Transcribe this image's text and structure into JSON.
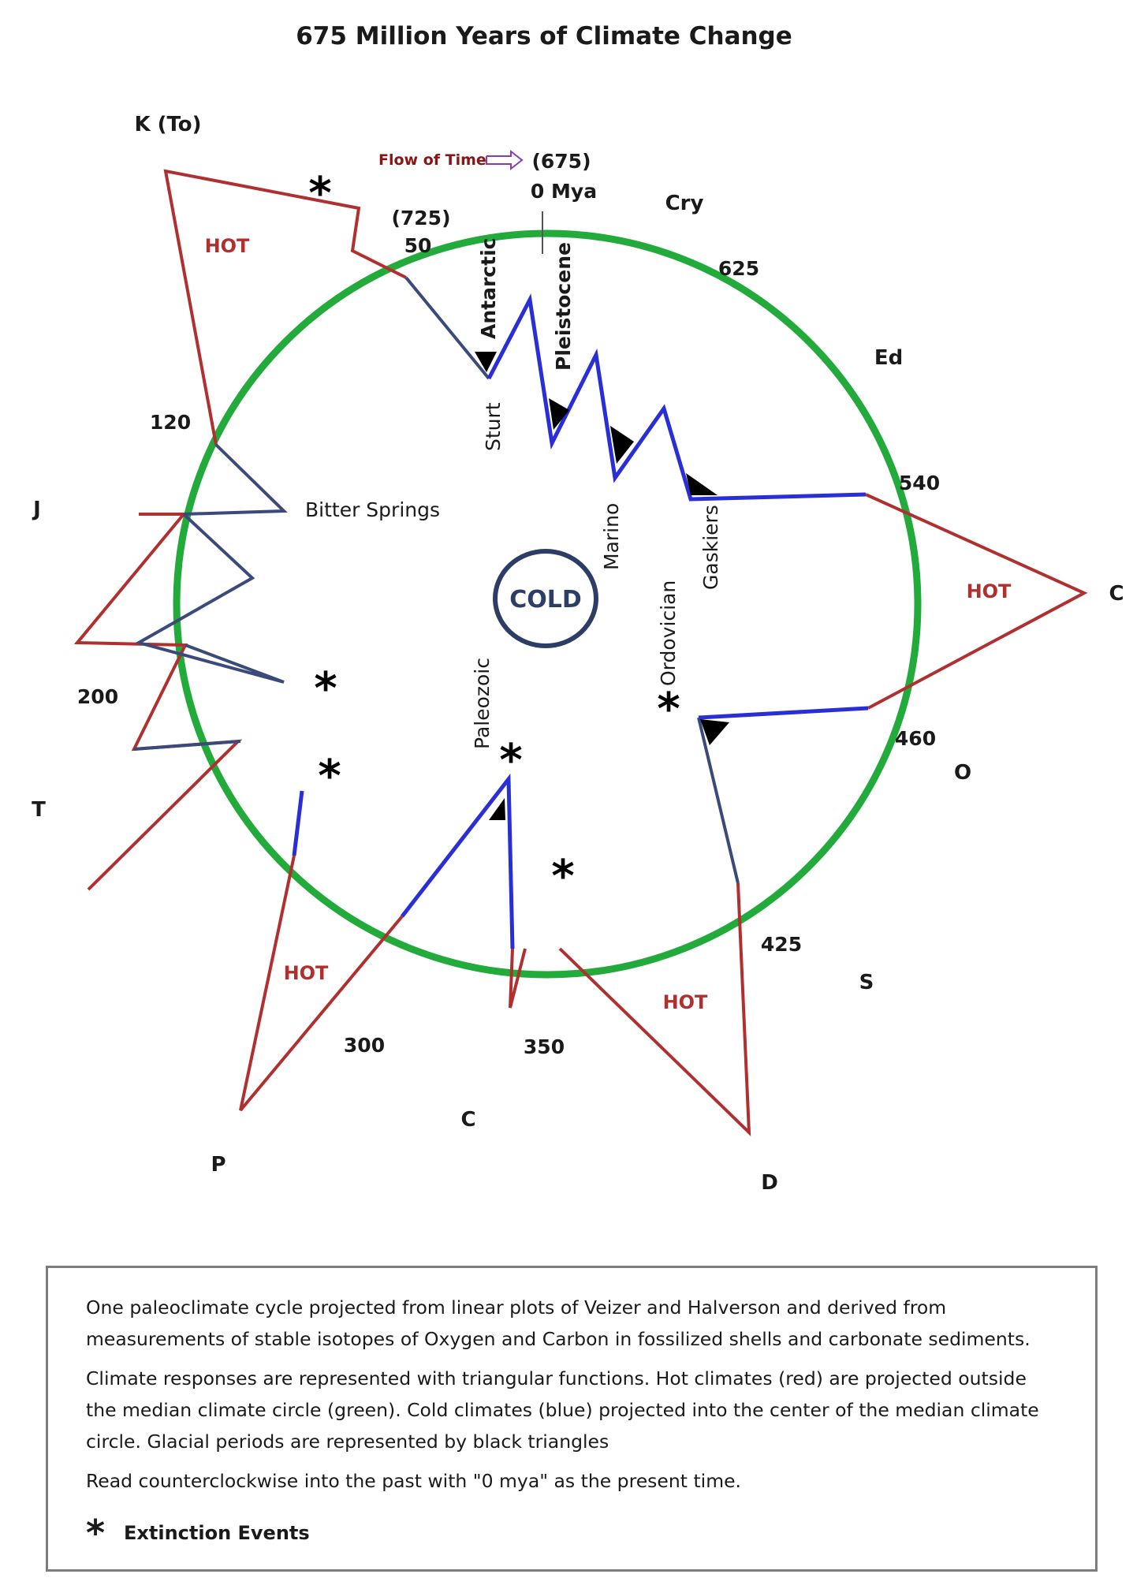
{
  "title": "675 Million Years of Climate Change",
  "flow_of_time": "Flow of Time",
  "colors": {
    "hot": "#b03030",
    "cold": "#2a2ed6",
    "transition": "#3a4a7a",
    "median_circle": "#22aa3a",
    "cold_badge": "#2c3e66",
    "flow_label": "#8a1515",
    "flow_arrow": "#8a3ab9"
  },
  "center_label": "COLD",
  "hot_label": "HOT",
  "time_labels": {
    "t675": "(675)",
    "t0": "0 Mya",
    "t725": "(725)",
    "t50": "50",
    "t625": "625",
    "t540": "540",
    "t460": "460",
    "t425": "425",
    "t350": "350",
    "t300": "300",
    "t200": "200",
    "t120": "120"
  },
  "period_labels": {
    "K": "K (To)",
    "Cry": "Cry",
    "Ed": "Ed",
    "C_right": "C",
    "O": "O",
    "S": "S",
    "D": "D",
    "C_bottom": "C",
    "P": "P",
    "T": "T",
    "J": "J"
  },
  "glacial_labels": {
    "antarctic": "Antarctic",
    "pleistocene": "Pleistocene",
    "sturt": "Sturt",
    "marino": "Marino",
    "gaskiers": "Gaskiers",
    "ordovician": "Ordovician",
    "paleozoic": "Paleozoic",
    "bitter_springs": "Bitter Springs"
  },
  "extinction_symbol": "*",
  "legend": {
    "para1": "One paleoclimate cycle projected from linear plots of Veizer and Halverson and derived from measurements of stable isotopes of Oxygen and Carbon in fossilized shells and carbonate sediments.",
    "para2": "Climate responses are represented with triangular functions. Hot climates (red) are projected outside the median climate circle (green). Cold climates (blue) projected into the center of the median climate circle. Glacial periods are represented by black triangles",
    "para3": "Read counterclockwise into the past with \"0 mya\" as the present time.",
    "extinction_label": "Extinction Events"
  }
}
